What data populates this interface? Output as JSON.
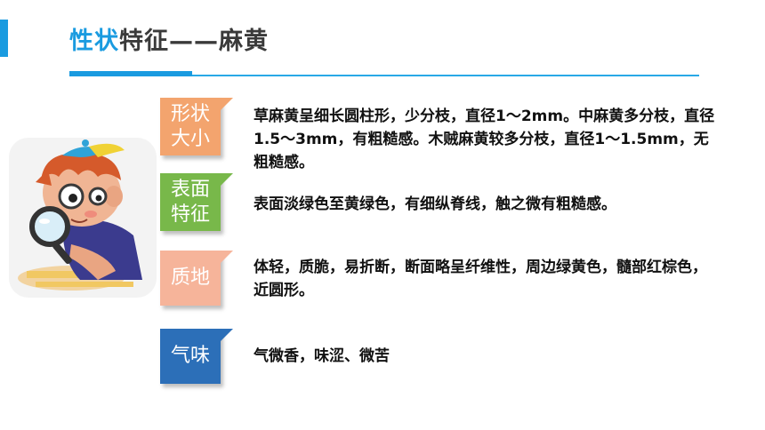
{
  "header": {
    "title_highlight": "性状",
    "title_rest": "特征——麻黄"
  },
  "colors": {
    "accent_blue": "#1a9be0",
    "label_orange": "#f3a46e",
    "label_green": "#78b84a",
    "label_peach": "#f6b49a",
    "label_blue": "#2c6fb8",
    "tab_yellow": "#f2e23a"
  },
  "illustration": {
    "icon": "boy-magnifying-glass-icon"
  },
  "features": [
    {
      "label": "形状\n大小",
      "text": "草麻黄呈细长圆柱形，少分枝，直径1～2mm。中麻黄多分枝，直径1.5～3mm，有粗糙感。木贼麻黄较多分枝，直径1～1.5mm，无粗糙感。"
    },
    {
      "label": "表面\n特征",
      "text": "表面淡绿色至黄绿色，有细纵脊线，触之微有粗糙感。"
    },
    {
      "label": "质地",
      "text": "体轻，质脆，易折断，断面略呈纤维性，周边绿黄色，髓部红棕色，近圆形。"
    },
    {
      "label": "气味",
      "text": "气微香，味涩、微苦"
    }
  ]
}
